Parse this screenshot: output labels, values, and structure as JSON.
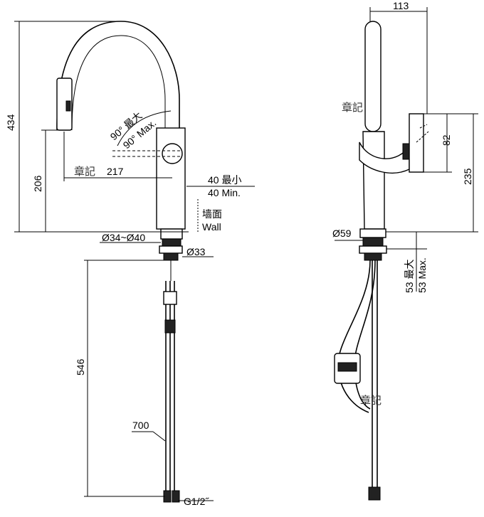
{
  "front_view": {
    "dims": {
      "total_height": "434",
      "spout_height": "206",
      "reach": "217",
      "wall_min_cn": "40 最小",
      "wall_min_en": "40 Min.",
      "wall_cn": "墙面",
      "wall_en": "Wall",
      "hole_dia": "Ø34~Ø40",
      "shank_dia": "Ø33",
      "hose_length": "546",
      "hose_total": "700",
      "thread": "G1/2˝",
      "rot_cn": "90° 最大",
      "rot_en": "90° Max."
    }
  },
  "side_view": {
    "dims": {
      "depth": "113",
      "handle_height": "82",
      "body_height": "235",
      "base_dia": "Ø59",
      "deck_cn": "53 最大",
      "deck_en": "53 Max."
    }
  },
  "watermark": "章記"
}
